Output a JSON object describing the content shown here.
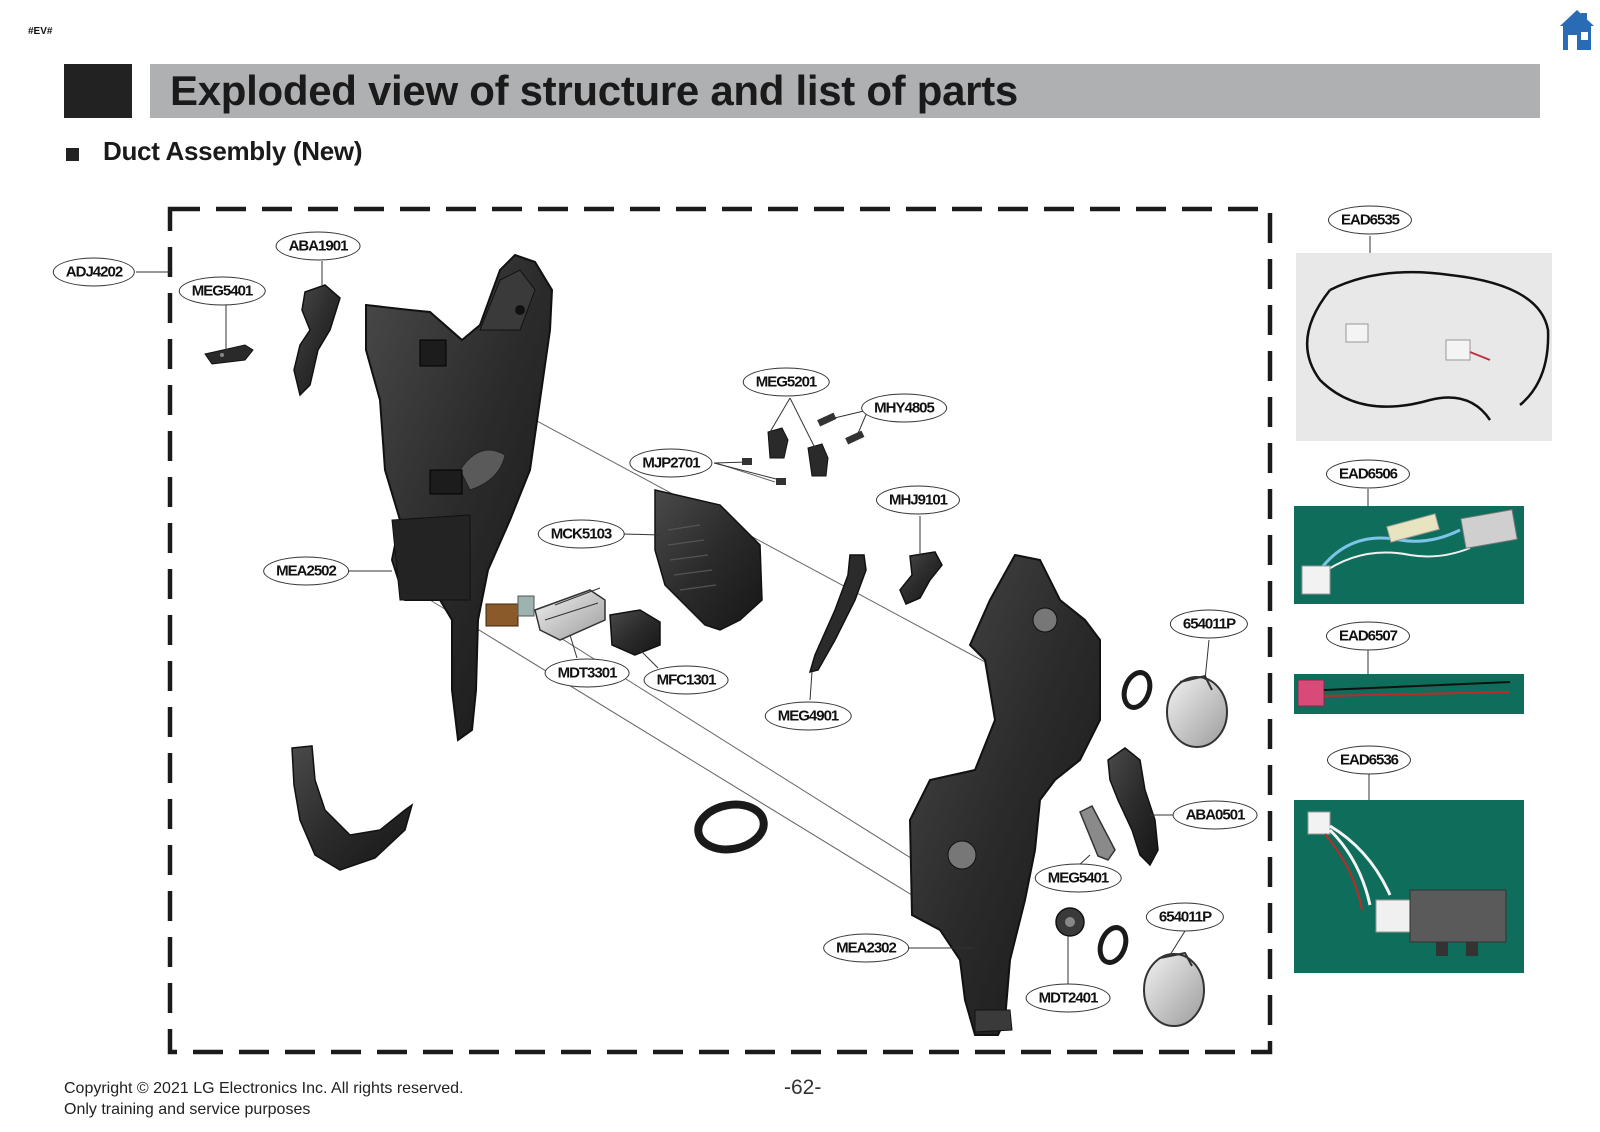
{
  "header": {
    "tag": "#EV#",
    "title": "Exploded view of structure and list of parts",
    "subtitle": "Duct Assembly (New)"
  },
  "icons": {
    "home": "home-icon",
    "bullet": "square-bullet"
  },
  "parts": [
    {
      "code": "ADJ4202"
    },
    {
      "code": "ABA1901"
    },
    {
      "code": "MEG5401"
    },
    {
      "code": "MEG5201"
    },
    {
      "code": "MHY4805"
    },
    {
      "code": "MJP2701"
    },
    {
      "code": "MHJ9101"
    },
    {
      "code": "MCK5103"
    },
    {
      "code": "MEA2502"
    },
    {
      "code": "654011P"
    },
    {
      "code": "MDT3301"
    },
    {
      "code": "MFC1301"
    },
    {
      "code": "MEG4901"
    },
    {
      "code": "ABA0501"
    },
    {
      "code": "MEG5401"
    },
    {
      "code": "654011P"
    },
    {
      "code": "MEA2302"
    },
    {
      "code": "MDT2401"
    }
  ],
  "side_parts": [
    {
      "code": "EAD6535"
    },
    {
      "code": "EAD6506"
    },
    {
      "code": "EAD6507"
    },
    {
      "code": "EAD6536"
    }
  ],
  "footer": {
    "copyright_line1": "Copyright © 2021 LG Electronics Inc. All rights reserved.",
    "copyright_line2": "Only training and service purposes",
    "page_number": "-62-"
  },
  "colors": {
    "title_bar": "#aeb0b2",
    "title_block": "#222222",
    "home_icon": "#2a6bb5",
    "photo_green": "#0f6e5b"
  }
}
